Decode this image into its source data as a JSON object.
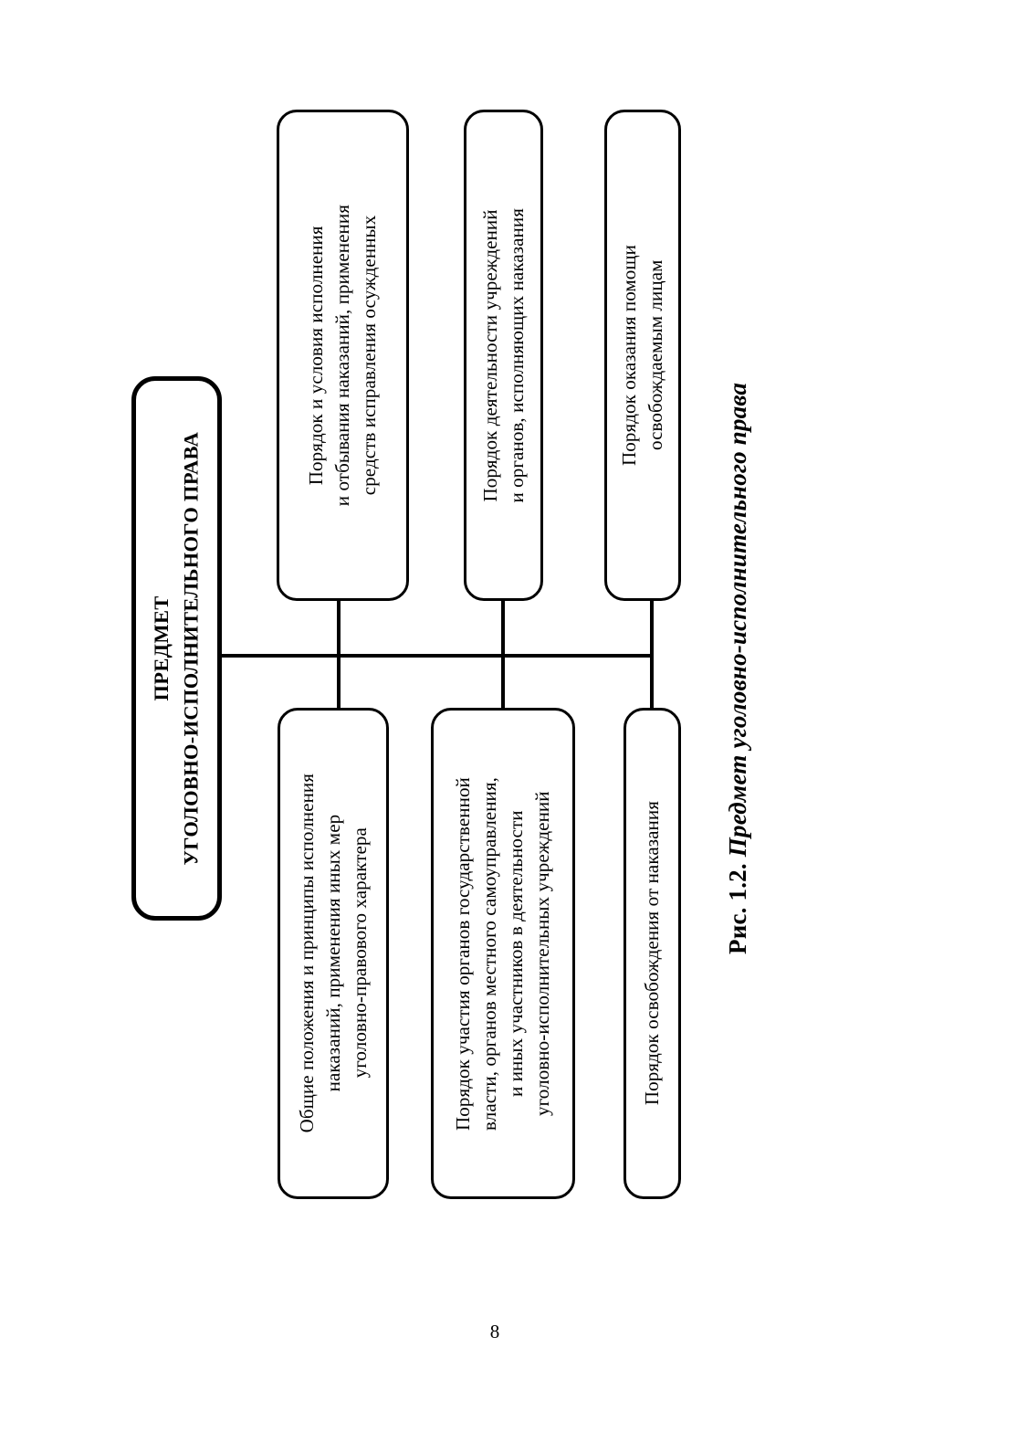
{
  "document": {
    "page_number": "8",
    "figure_caption_prefix": "Рис. 1.2.",
    "figure_caption_title": "Предмет уголовно-исполнительного права"
  },
  "diagram": {
    "root": {
      "id": "root-predmet",
      "label": "ПРЕДМЕТ\nУГОЛОВНО-ИСПОЛНИТЕЛЬНОГО ПРАВА"
    },
    "branches_upper": [
      {
        "id": "branch-poryadok-usloviya",
        "label": "Порядок и условия исполнения\nи отбывания наказаний, применения\nсредств исправления осужденных"
      },
      {
        "id": "branch-deyatelnost-uchrezhdeniy",
        "label": "Порядок деятельности учреждений\nи органов, исполняющих наказания"
      },
      {
        "id": "branch-pomoshch-osvobozhdaemym",
        "label": "Порядок оказания помощи\nосвобождаемым лицам"
      }
    ],
    "branches_lower": [
      {
        "id": "branch-obshchie-polozheniya",
        "label": "Общие положения и принципы исполнения\nнаказаний, применения иных мер\nуголовно-правового характера"
      },
      {
        "id": "branch-uchastie-organov",
        "label": "Порядок участия органов государственной\nвласти, органов местного самоуправления,\nи иных участников в деятельности\nуголовно-исполнительных учреждений"
      },
      {
        "id": "branch-osvobozhdenie-ot-nakazaniya",
        "label": "Порядок освобождения от наказания"
      }
    ]
  },
  "colors": {
    "ink": "#000000",
    "paper": "#ffffff"
  }
}
